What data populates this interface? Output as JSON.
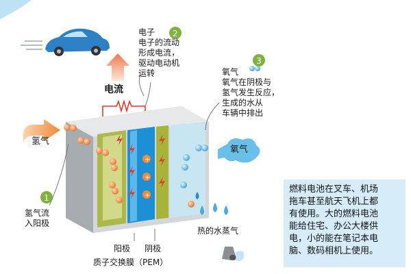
{
  "diagram": {
    "labels": {
      "current": "电流",
      "step1_number": "1",
      "step1_text": "氢气流\n入阳极",
      "step2_number": "2",
      "step2_text": "电子\n电子的流动\n形成电流，\n驱动电动机\n运转",
      "step3_number": "3",
      "step3_text": "氧气\n氧气在阴极与\n氢气发生反应，\n生成的水从\n车辆中排出",
      "hydrogen_arrow": "氢气",
      "oxygen_cloud": "氧气",
      "steam": "热的水蒸气",
      "anode": "阳极",
      "cathode": "阴极",
      "pem": "质子交换膜（PEM）"
    },
    "info_text": "燃料电池在叉车、机场\n拖车甚至航天飞机上都\n有使用。大的燃料电池\n能给住宅、办公大楼供\n电，小的能在笔记本电\n脑、数码相机上使用。",
    "colors": {
      "hydrogen": "#f0893a",
      "oxygen": "#5bb5e3",
      "anode": "#a4b02c",
      "pem": "#1d8fd4",
      "info_bg": "#d6ecf8",
      "accent_green": "#7fb241"
    },
    "icons": [
      "car-icon",
      "resistor-icon",
      "electron-icon",
      "proton-icon",
      "water-drop-icon",
      "exhaust-pipe-icon"
    ]
  }
}
